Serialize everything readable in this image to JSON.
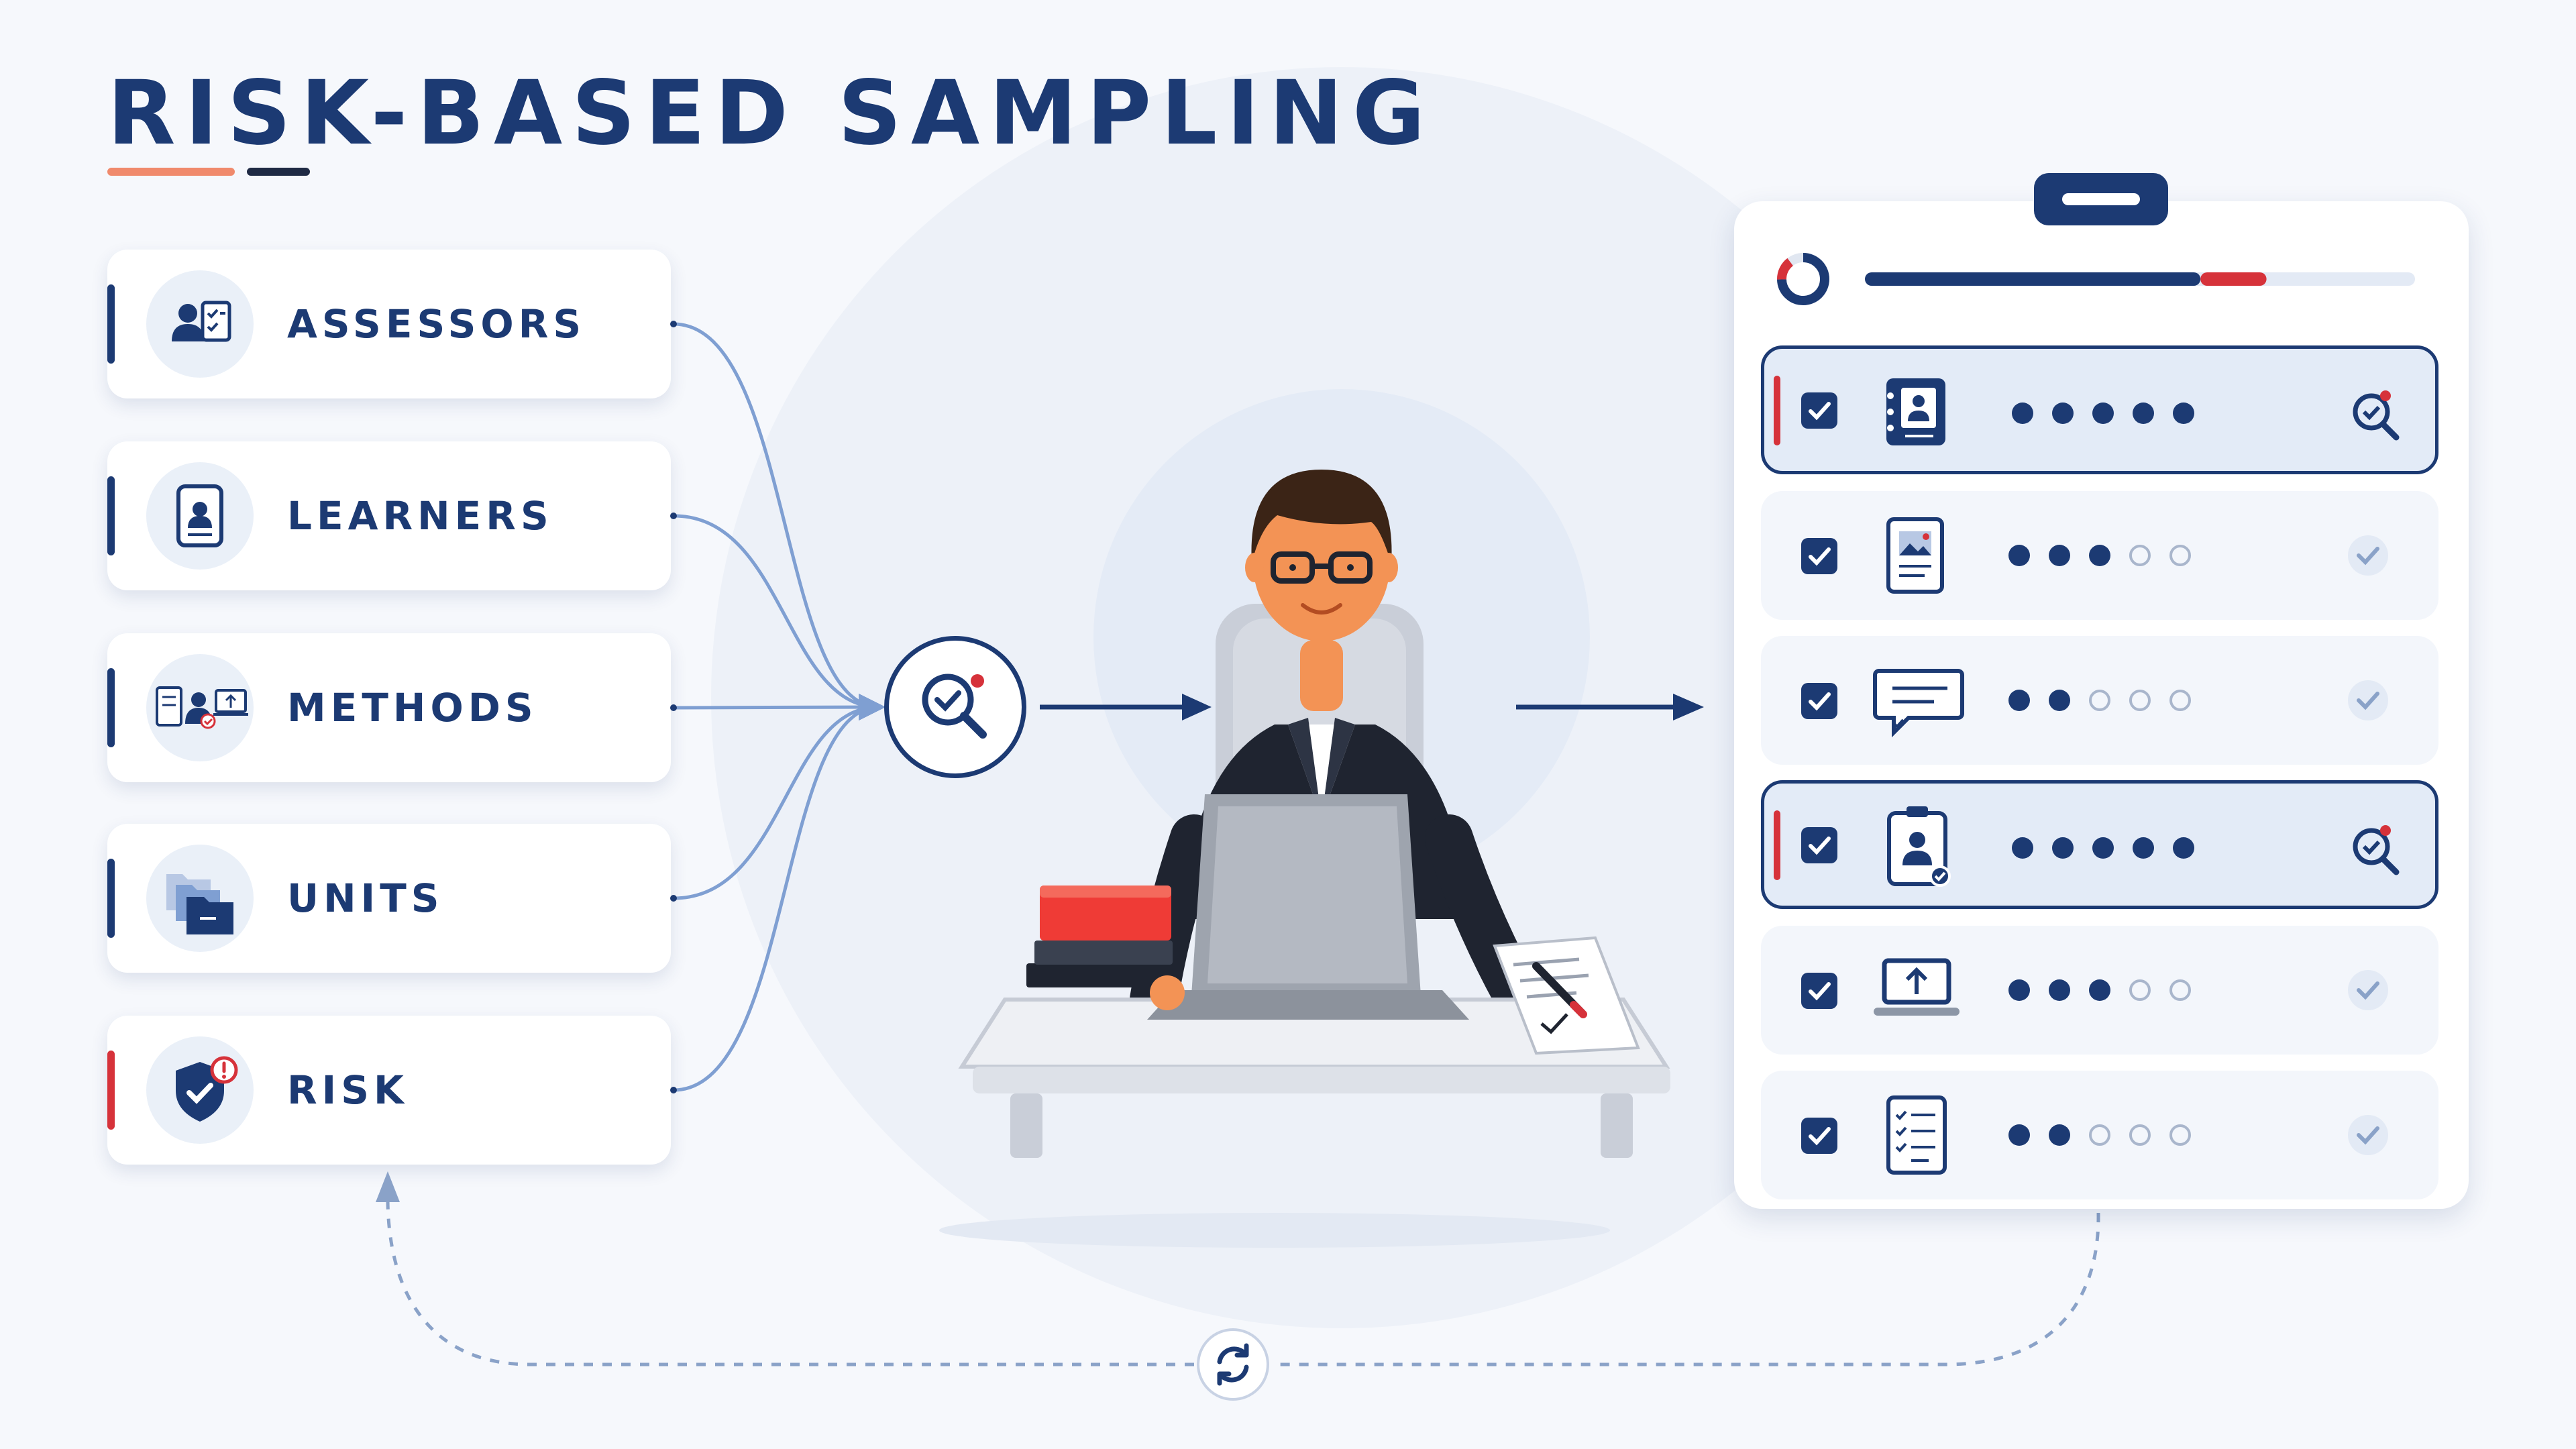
{
  "title": "RISK-BASED SAMPLING",
  "categories": [
    {
      "label": "ASSESSORS",
      "icon": "assessor-icon",
      "accent": "#1c3a73"
    },
    {
      "label": "LEARNERS",
      "icon": "learner-id-icon",
      "accent": "#1c3a73"
    },
    {
      "label": "METHODS",
      "icon": "methods-icon",
      "accent": "#1c3a73"
    },
    {
      "label": "UNITS",
      "icon": "folders-icon",
      "accent": "#1c3a73"
    },
    {
      "label": "RISK",
      "icon": "shield-alert-icon",
      "accent": "#d6323a"
    }
  ],
  "center": {
    "lens_icon": "magnifier-check-icon",
    "figure": "assessor-at-desk"
  },
  "sample_list": {
    "header_icon": "donut-progress-icon",
    "progress": {
      "primary_fraction": 0.61,
      "risk_fraction": 0.12
    },
    "rows": [
      {
        "icon": "learner-profile-icon",
        "filled_dots": 5,
        "total_dots": 5,
        "highlighted": true,
        "status_icon": "magnifier-alert-icon"
      },
      {
        "icon": "image-document-icon",
        "filled_dots": 3,
        "total_dots": 5,
        "highlighted": false,
        "status_icon": "check-badge-icon"
      },
      {
        "icon": "chat-bubble-icon",
        "filled_dots": 2,
        "total_dots": 5,
        "highlighted": false,
        "status_icon": "check-badge-icon"
      },
      {
        "icon": "id-badge-check-icon",
        "filled_dots": 5,
        "total_dots": 5,
        "highlighted": true,
        "status_icon": "magnifier-alert-icon"
      },
      {
        "icon": "laptop-upload-icon",
        "filled_dots": 3,
        "total_dots": 5,
        "highlighted": false,
        "status_icon": "check-badge-icon"
      },
      {
        "icon": "checklist-icon",
        "filled_dots": 2,
        "total_dots": 5,
        "highlighted": false,
        "status_icon": "check-badge-icon"
      }
    ]
  },
  "feedback_loop_icon": "refresh-icon",
  "colors": {
    "navy": "#1c3a73",
    "red": "#d6323a",
    "coral": "#f08a6c",
    "connector": "#7f9fd2"
  }
}
